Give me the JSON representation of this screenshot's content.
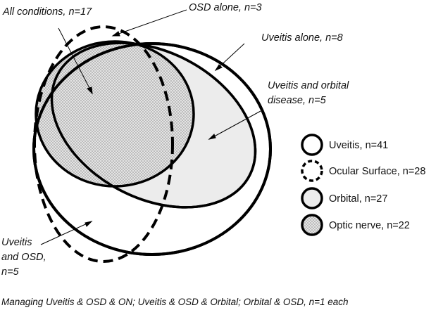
{
  "annotations": {
    "all_conditions": "All conditions, n=17",
    "osd_alone": "OSD alone, n=3",
    "uveitis_alone": "Uveitis alone, n=8",
    "uveitis_orbital": [
      "Uveitis and orbital",
      "disease, n=5"
    ],
    "uveitis_osd": [
      "Uveitis",
      "and OSD,",
      "n=5"
    ]
  },
  "legend": [
    {
      "label": "Uveitis, n=41",
      "style": "solid",
      "fill": "white"
    },
    {
      "label": "Ocular Surface, n=28",
      "style": "dashed",
      "fill": "white"
    },
    {
      "label": "Orbital, n=27",
      "style": "solid",
      "fill": "light-grey"
    },
    {
      "label": "Optic nerve, n=22",
      "style": "solid",
      "fill": "dotted-grey"
    }
  ],
  "footnote": "Managing Uveitis & OSD & ON; Uveitis & OSD & Orbital; Orbital & OSD, n=1 each",
  "colors": {
    "stroke": "#000000",
    "orbital_fill": "#ececec",
    "dot_color": "#9a9a9a",
    "dot_bg": "#e4e4e4"
  }
}
